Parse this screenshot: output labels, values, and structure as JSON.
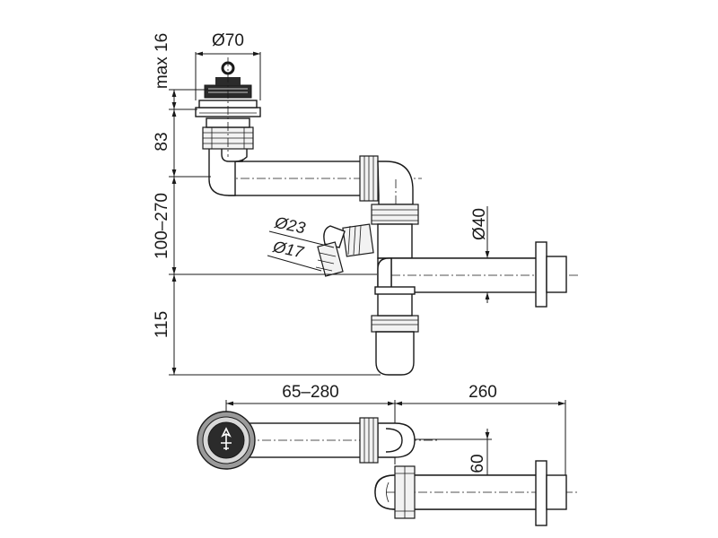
{
  "dimensions": {
    "diameter_top": "Ø70",
    "max_height": "max 16",
    "height_83": "83",
    "height_range": "100–270",
    "height_115": "115",
    "diameter_hose_outer": "Ø23",
    "diameter_hose_inner": "Ø17",
    "diameter_outlet": "Ø40",
    "length_range": "65–280",
    "length_260": "260",
    "offset_60": "60"
  },
  "colors": {
    "line": "#1a1a1a",
    "fill": "#ffffff",
    "drain_dark": "#2b2b2b",
    "drain_ring": "#9a9a9a"
  }
}
